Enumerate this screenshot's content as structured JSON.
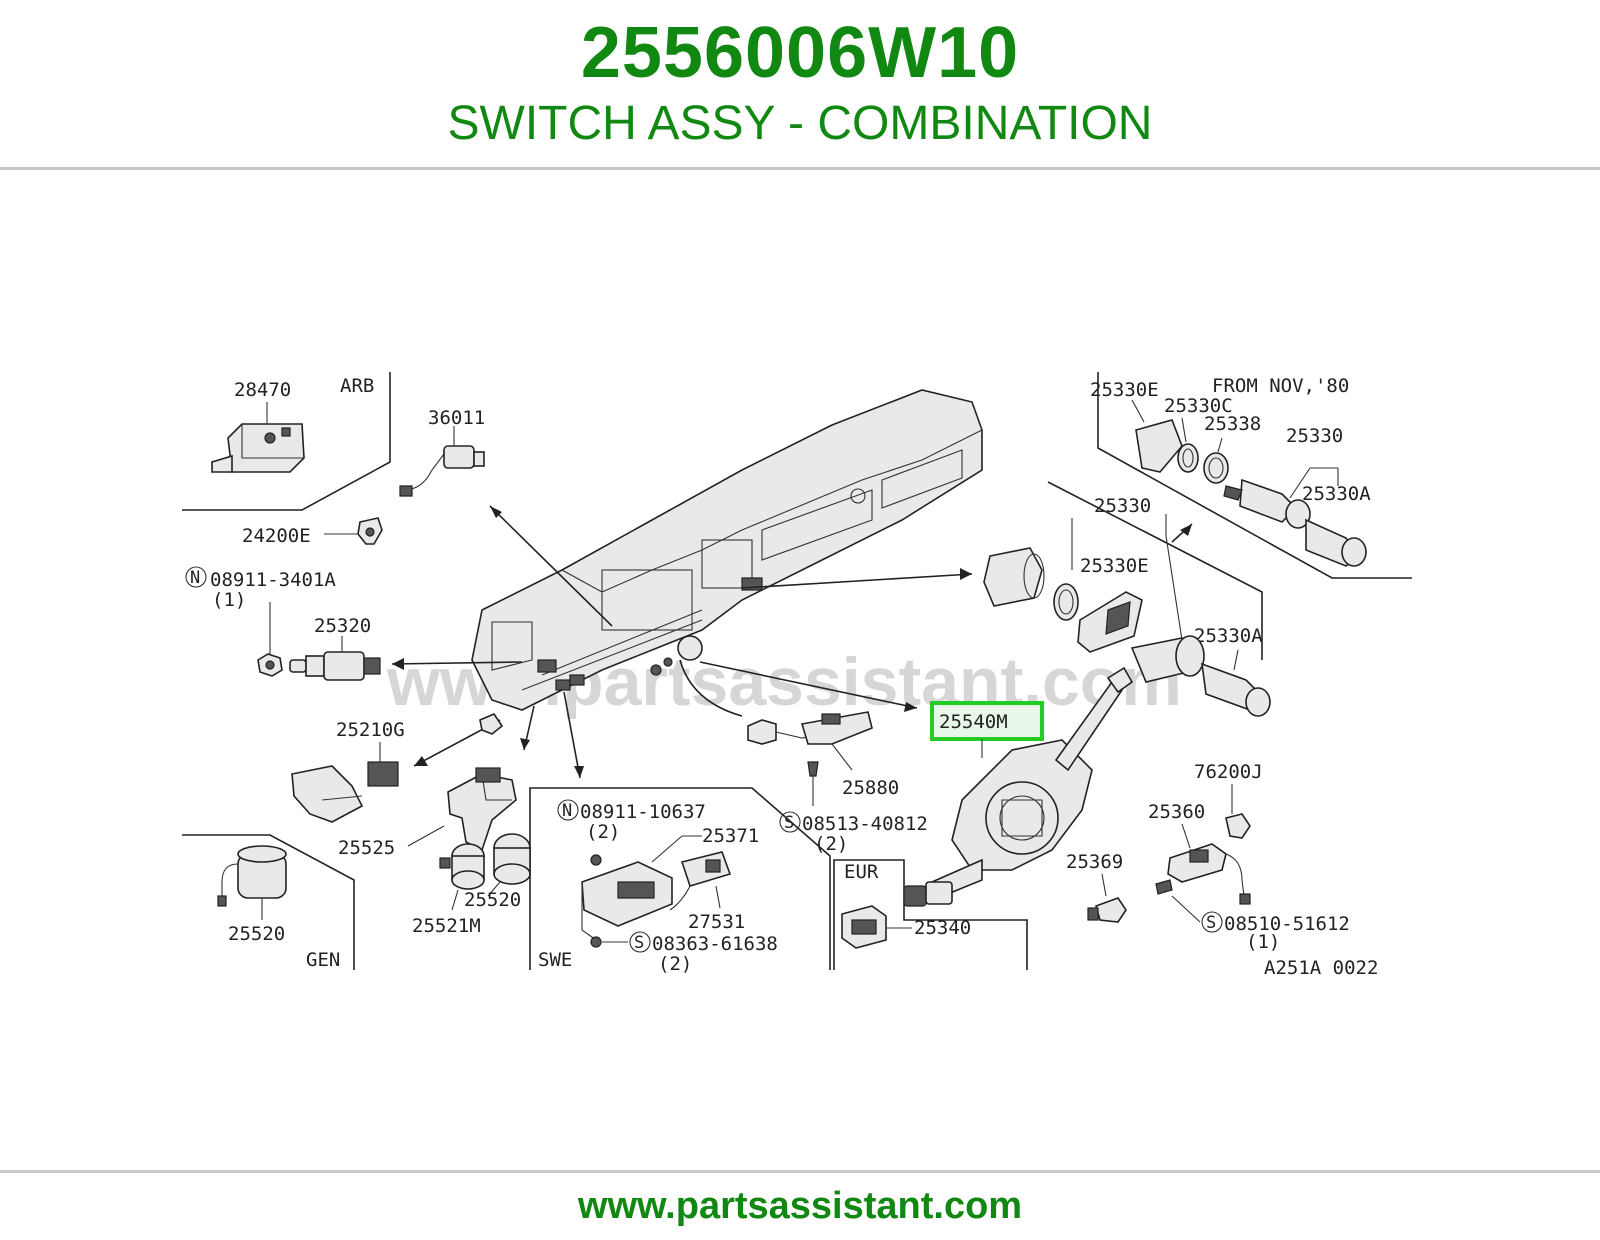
{
  "header": {
    "part_number": "2556006W10",
    "part_name": "SWITCH ASSY - COMBINATION"
  },
  "diagram": {
    "watermark": "www.partsassistant.com",
    "highlight_color": "#22cc22",
    "brand_color": "#118811",
    "region_labels": {
      "arb": "ARB",
      "from_nov": "FROM NOV,'80",
      "gen": "GEN",
      "swe": "SWE",
      "eur": "EUR",
      "drawing_id": "A251A 0022"
    },
    "labels": {
      "p28470": "28470",
      "p36011": "36011",
      "p24200e": "24200E",
      "p08911_3401a": "08911-3401A",
      "p08911_3401a_qty": "(1)",
      "p25320": "25320",
      "p25210g": "25210G",
      "p25525": "25525",
      "p25520_left": "25520",
      "p25520_mid": "25520",
      "p25521m": "25521M",
      "p08911_10637": "08911-10637",
      "p08911_10637_qty": "(2)",
      "p25371": "25371",
      "p27531": "27531",
      "p08363_61638": "08363-61638",
      "p08363_61638_qty": "(2)",
      "p25880": "25880",
      "p08513_40812": "08513-40812",
      "p08513_40812_qty": "(2)",
      "p25540m": "25540M",
      "p25340": "25340",
      "p25330e_top": "25330E",
      "p25330c": "25330C",
      "p25338": "25338",
      "p25330_top": "25330",
      "p25330a_top": "25330A",
      "p25330_mid": "25330",
      "p25330e_mid": "25330E",
      "p25330a_mid": "25330A",
      "p76200j": "76200J",
      "p25360": "25360",
      "p25369": "25369",
      "p08510_51612": "08510-51612",
      "p08510_51612_qty": "(1)"
    },
    "prefix_symbols": {
      "n_symbol": "N",
      "s_symbol": "S"
    }
  },
  "footer": {
    "url": "www.partsassistant.com"
  }
}
